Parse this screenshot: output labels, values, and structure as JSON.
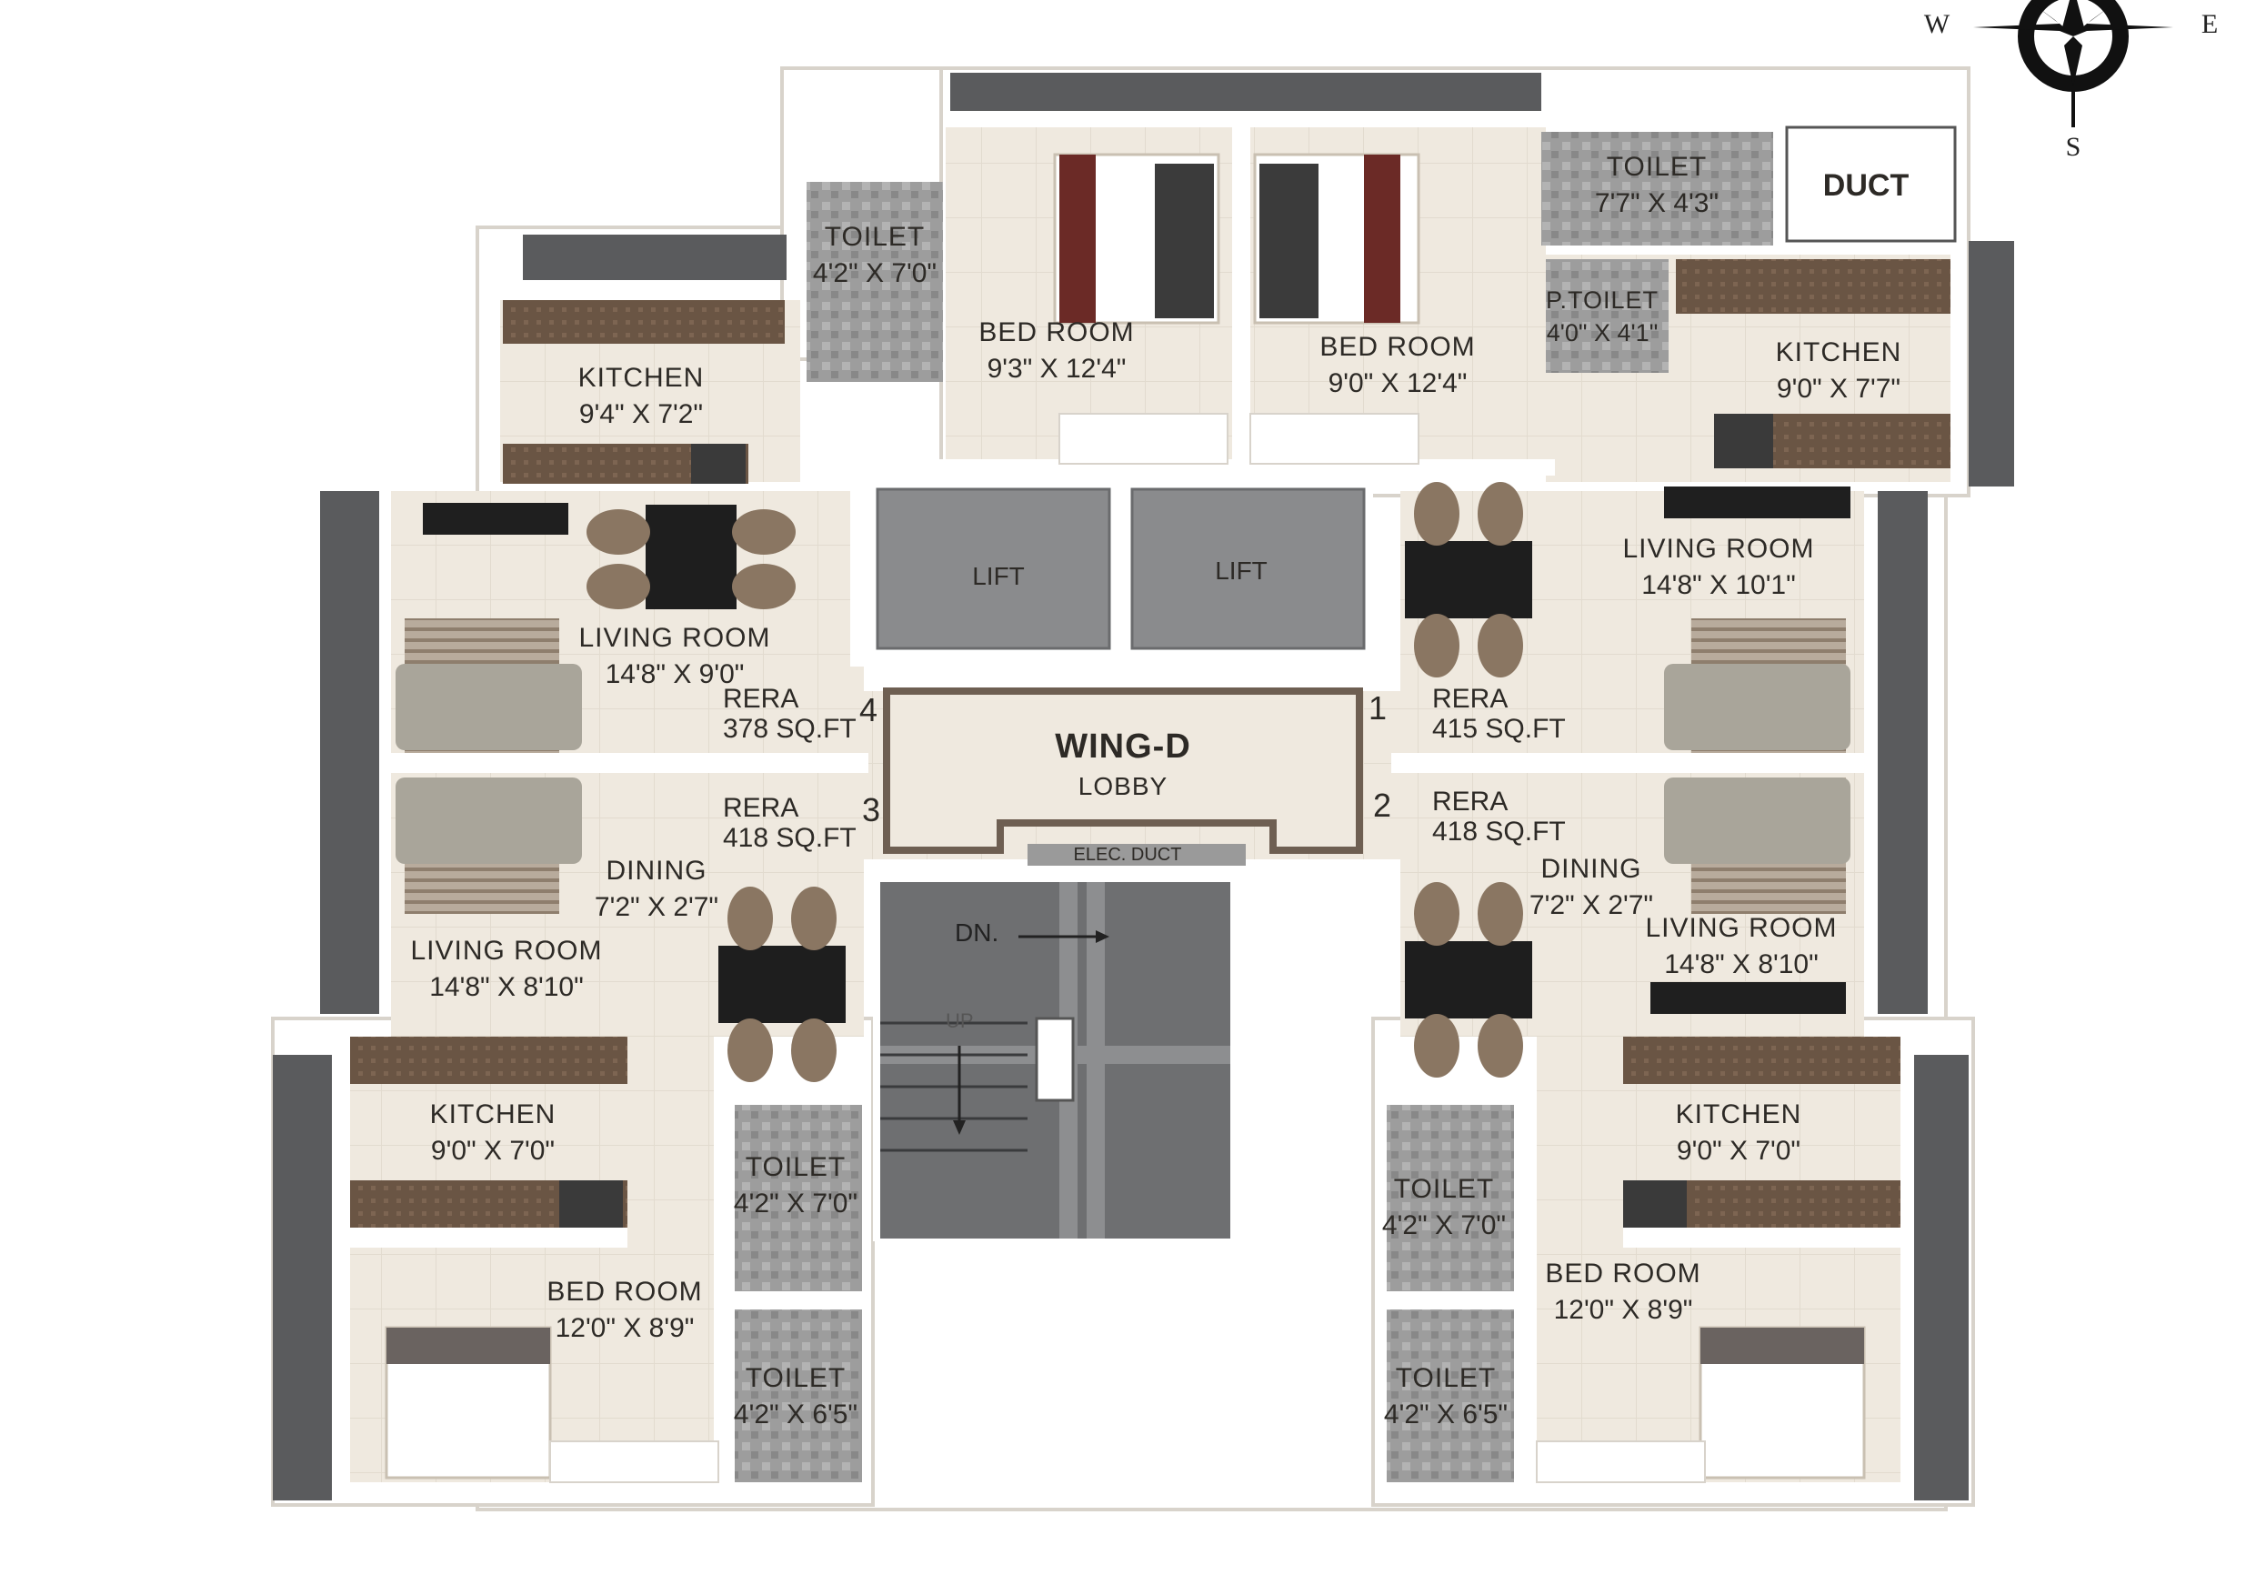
{
  "plan": {
    "wing_title": "WING-D",
    "wing_subtitle": "LOBBY",
    "elec_duct": "ELEC. DUCT",
    "duct": "DUCT",
    "lift_1": "LIFT",
    "lift_2": "LIFT",
    "stairs_down": "DN.",
    "stairs_up": "UP"
  },
  "compass": {
    "west": "W",
    "east": "E",
    "south": "S"
  },
  "units": [
    {
      "number": "1",
      "rera_label": "RERA",
      "rera_area": "415 SQ.FT"
    },
    {
      "number": "2",
      "rera_label": "RERA",
      "rera_area": "418 SQ.FT"
    },
    {
      "number": "3",
      "rera_label": "RERA",
      "rera_area": "418 SQ.FT"
    },
    {
      "number": "4",
      "rera_label": "RERA",
      "rera_area": "378 SQ.FT"
    }
  ],
  "rooms": {
    "toilet_top_left": {
      "name": "TOILET",
      "dim": "4'2\" X 7'0\""
    },
    "bedroom_top_left": {
      "name": "BED ROOM",
      "dim": "9'3\" X 12'4\""
    },
    "bedroom_top_right": {
      "name": "BED ROOM",
      "dim": "9'0\" X 12'4\""
    },
    "toilet_top_right": {
      "name": "TOILET",
      "dim": "7'7\" X 4'3\""
    },
    "ptoilet_top_right": {
      "name": "P.TOILET",
      "dim": "4'0\" X 4'1\""
    },
    "kitchen_top_left": {
      "name": "KITCHEN",
      "dim": "9'4\" X 7'2\""
    },
    "kitchen_top_right": {
      "name": "KITCHEN",
      "dim": "9'0\" X 7'7\""
    },
    "living_unit4": {
      "name": "LIVING ROOM",
      "dim": "14'8\" X 9'0\""
    },
    "living_unit1": {
      "name": "LIVING ROOM",
      "dim": "14'8\" X 10'1\""
    },
    "dining_unit3": {
      "name": "DINING",
      "dim": "7'2\" X 2'7\""
    },
    "living_unit3": {
      "name": "LIVING ROOM",
      "dim": "14'8\" X 8'10\""
    },
    "dining_unit2": {
      "name": "DINING",
      "dim": "7'2\" X 2'7\""
    },
    "living_unit2": {
      "name": "LIVING ROOM",
      "dim": "14'8\" X 8'10\""
    },
    "kitchen_bottom_left": {
      "name": "KITCHEN",
      "dim": "9'0\" X 7'0\""
    },
    "kitchen_bottom_right": {
      "name": "KITCHEN",
      "dim": "9'0\" X 7'0\""
    },
    "toilet_bl_upper": {
      "name": "TOILET",
      "dim": "4'2\" X 7'0\""
    },
    "toilet_br_upper": {
      "name": "TOILET",
      "dim": "4'2\" X 7'0\""
    },
    "bedroom_bottom_left": {
      "name": "BED ROOM",
      "dim": "12'0\" X 8'9\""
    },
    "bedroom_bottom_right": {
      "name": "BED ROOM",
      "dim": "12'0\" X 8'9\""
    },
    "toilet_bl_lower": {
      "name": "TOILET",
      "dim": "4'2\" X 6'5\""
    },
    "toilet_br_lower": {
      "name": "TOILET",
      "dim": "4'2\" X 6'5\""
    }
  },
  "colors": {
    "floor": "#efe9df",
    "wall": "#ffffff",
    "dark_wall": "#5a5b5d",
    "tile": "#9a9a9a",
    "lift": "#8a8b8d",
    "stair": "#6e6f71",
    "counter": "#6b5440",
    "text": "#2d2a26"
  }
}
